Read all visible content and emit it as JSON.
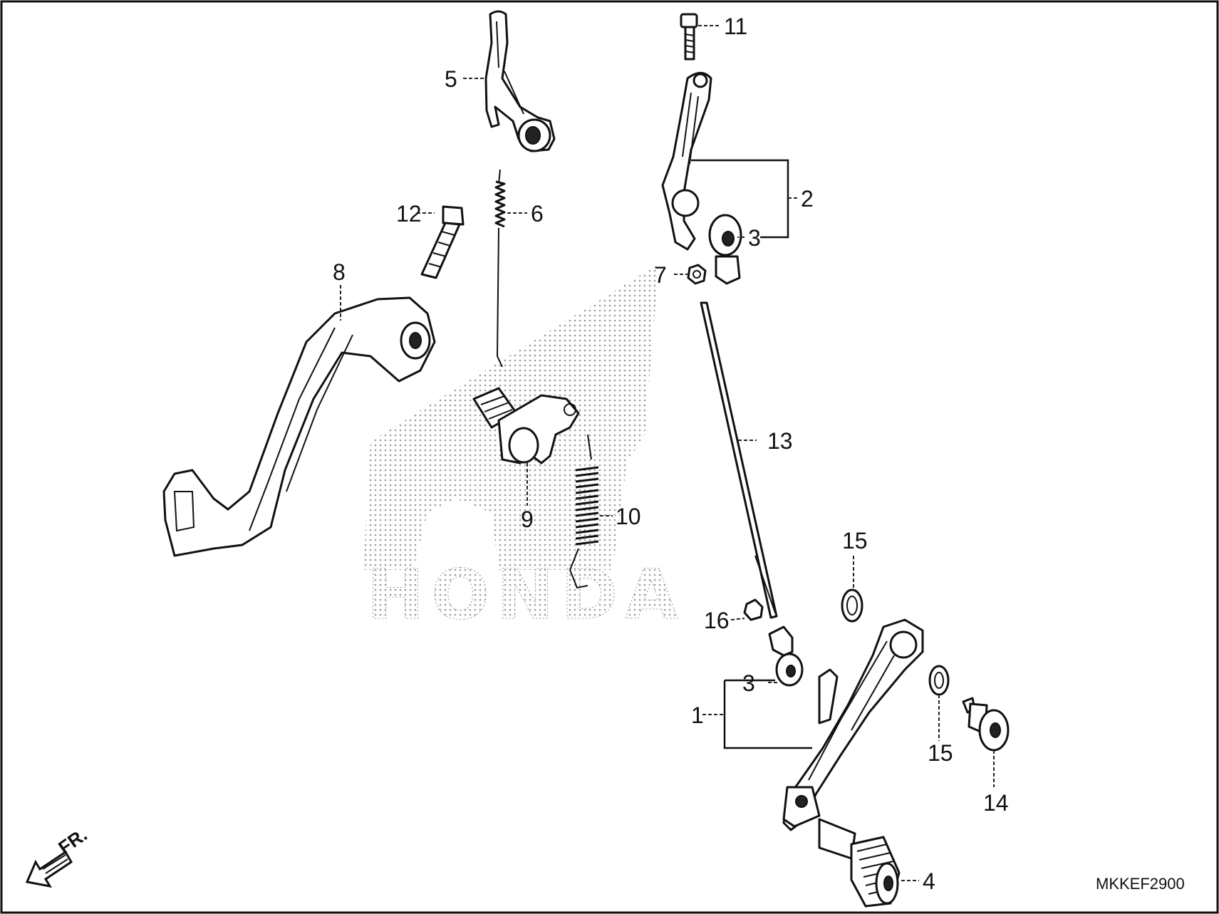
{
  "diagram": {
    "code": "MKKEF2900",
    "direction_label": "FR.",
    "watermark": "HONDA",
    "labels": {
      "p1": "1",
      "p2": "2",
      "p3a": "3",
      "p3b": "3",
      "p4": "4",
      "p5": "5",
      "p6": "6",
      "p7": "7",
      "p8": "8",
      "p9": "9",
      "p10": "10",
      "p11": "11",
      "p12": "12",
      "p13": "13",
      "p14": "14",
      "p15a": "15",
      "p15b": "15",
      "p16": "16"
    }
  }
}
